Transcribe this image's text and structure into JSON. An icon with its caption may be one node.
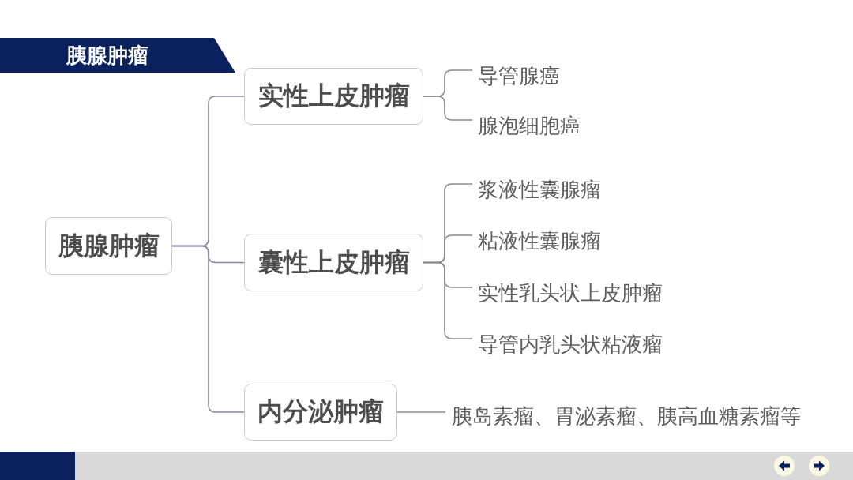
{
  "diagram": {
    "title": "胰腺肿瘤",
    "nodes": [
      {
        "text": [
          "胰腺肿瘤"
        ]
      },
      {
        "text": [
          "实性上皮肿瘤"
        ]
      },
      {
        "text": [
          "导管腺癌"
        ]
      },
      {
        "text": [
          "腺泡细胞癌"
        ]
      },
      {
        "text": [
          "囊性上皮肿瘤"
        ]
      },
      {
        "text": [
          "浆液性囊腺瘤"
        ]
      },
      {
        "text": [
          "粘液性囊腺瘤"
        ]
      },
      {
        "text": [
          "实性乳头状上皮肿瘤"
        ]
      },
      {
        "text": [
          "导管内乳头状粘液瘤"
        ]
      },
      {
        "text": [
          "内分泌肿瘤"
        ]
      },
      {
        "text": [
          "胰岛素瘤、胃泌素瘤、胰高血糖素瘤等"
        ]
      }
    ],
    "edges": [
      {
        "from": 0,
        "to": 1,
        "arrow": "none",
        "color": "#8585a8"
      },
      {
        "from": 0,
        "to": 4,
        "arrow": "none",
        "color": "#8585a8"
      },
      {
        "from": 0,
        "to": 9,
        "arrow": "none",
        "color": "#8585a8"
      },
      {
        "from": 1,
        "to": 2,
        "arrow": "none"
      },
      {
        "from": 1,
        "to": 3,
        "arrow": "none"
      },
      {
        "from": 4,
        "to": 5,
        "arrow": "none"
      },
      {
        "from": 4,
        "to": 6,
        "arrow": "none"
      },
      {
        "from": 4,
        "to": 7,
        "arrow": "none"
      },
      {
        "from": 4,
        "to": 8,
        "arrow": "none"
      },
      {
        "from": 9,
        "to": 10,
        "arrow": "none"
      }
    ]
  }
}
